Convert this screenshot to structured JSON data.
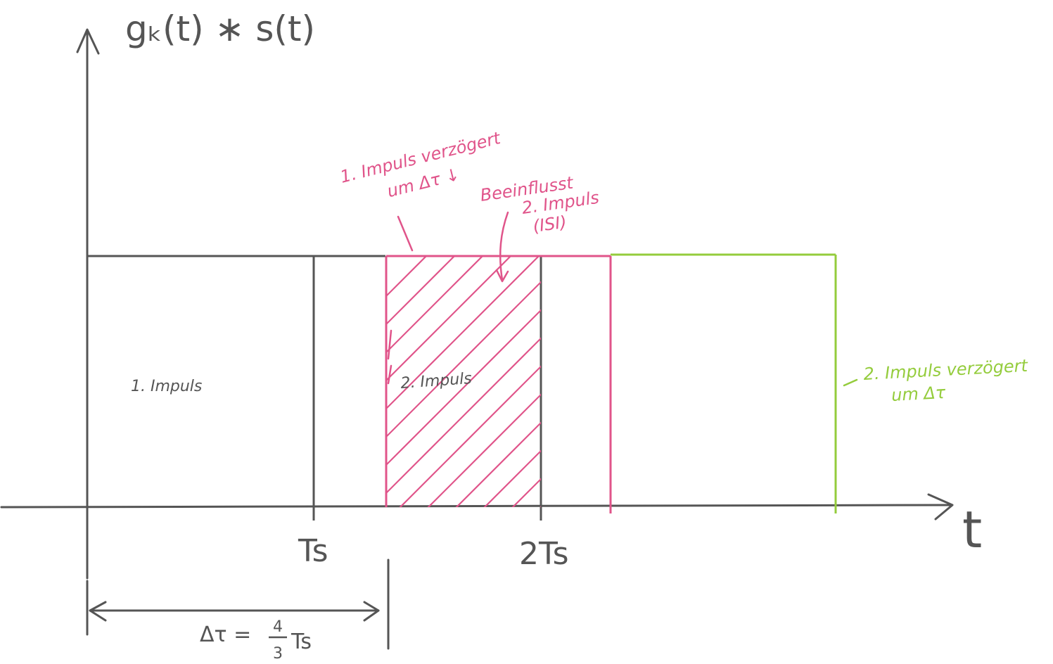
{
  "colors": {
    "axis": "#555555",
    "delayed_first_pulse": "#e0548a",
    "delayed_second_pulse": "#94cc3c",
    "background": "#ffffff"
  },
  "axes": {
    "y_label": "gₖ(t) ∗ s(t)",
    "x_label": "t",
    "tick_ts": "Ts",
    "tick_2ts": "2Ts"
  },
  "pulses": {
    "first_label": "1. Impuls",
    "second_label": "2. Impuls"
  },
  "annotations": {
    "first_delayed_line1": "1. Impuls verzögert",
    "first_delayed_line2": "um Δτ ↓",
    "influences_line1": "Beeinflusst",
    "influences_line2": "2. Impuls",
    "influences_line3": "(ISI)",
    "second_delayed_line1": "2. Impuls verzögert",
    "second_delayed_line2": "um Δτ"
  },
  "delay": {
    "prefix": "Δτ =",
    "numerator": "4",
    "denominator": "3",
    "suffix": "Ts"
  }
}
